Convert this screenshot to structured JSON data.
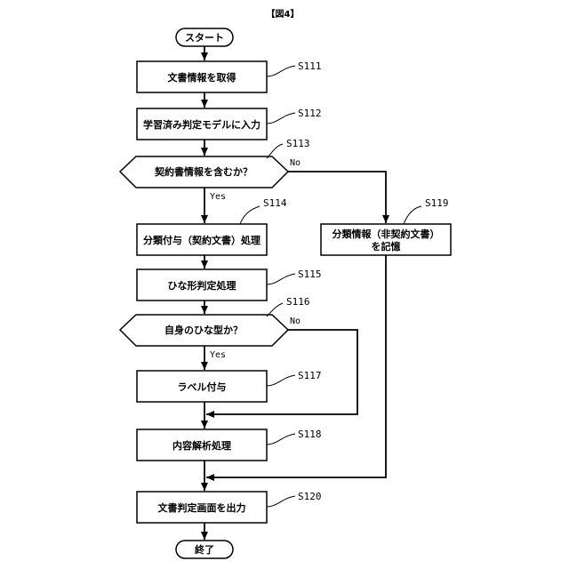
{
  "figure_label": "【図4】",
  "start_label": "スタート",
  "end_label": "終了",
  "steps": {
    "s111": {
      "id": "S111",
      "text": "文書情報を取得"
    },
    "s112": {
      "id": "S112",
      "text": "学習済み判定モデルに入力"
    },
    "s113": {
      "id": "S113",
      "text": "契約書情報を含むか？"
    },
    "s114": {
      "id": "S114",
      "text": "分類付与（契約文書）処理"
    },
    "s115": {
      "id": "S115",
      "text": "ひな形判定処理"
    },
    "s116": {
      "id": "S116",
      "text": "自身のひな型か？"
    },
    "s117": {
      "id": "S117",
      "text": "ラベル付与"
    },
    "s118": {
      "id": "S118",
      "text": "内容解析処理"
    },
    "s119": {
      "id": "S119",
      "text_line1": "分類情報（非契約文書）",
      "text_line2": "を記憶"
    },
    "s120": {
      "id": "S120",
      "text": "文書判定画面を出力"
    }
  },
  "branches": {
    "s113_yes": "Yes",
    "s113_no": "No",
    "s116_yes": "Yes",
    "s116_no": "No"
  }
}
